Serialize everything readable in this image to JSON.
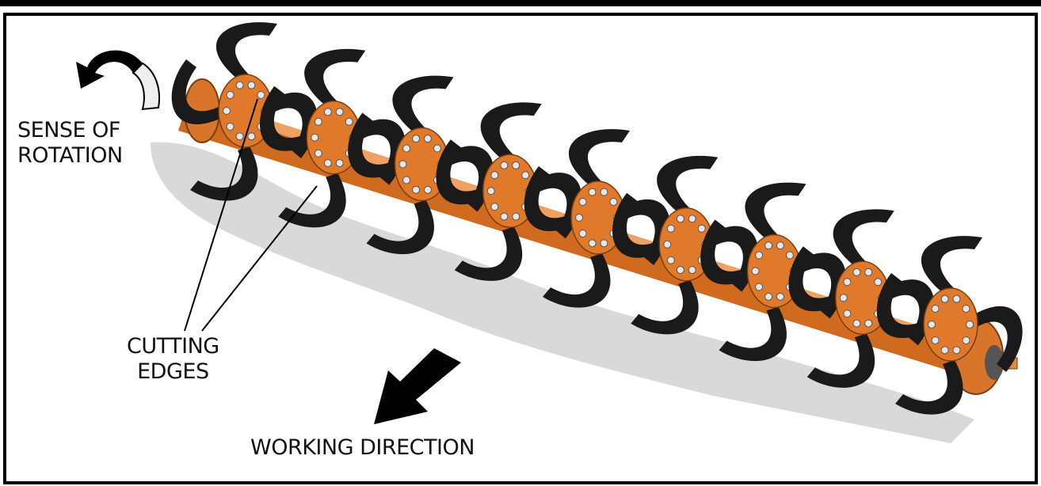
{
  "labels": {
    "rotation_line1": "SENSE OF",
    "rotation_line2": "ROTATION",
    "cutting_line1": "CUTTING",
    "cutting_line2": "EDGES",
    "working": "WORKING DIRECTION"
  },
  "colors": {
    "flange": "#e07a2a",
    "shaft": "#cf6a1e",
    "blade": "#1a1a1a",
    "shadow": "#d8d8d8",
    "bolt": "#e6e6e6"
  },
  "icons": {
    "rotation_arrow": "curved-arrow-icon",
    "direction_arrow": "down-left-arrow-icon"
  }
}
